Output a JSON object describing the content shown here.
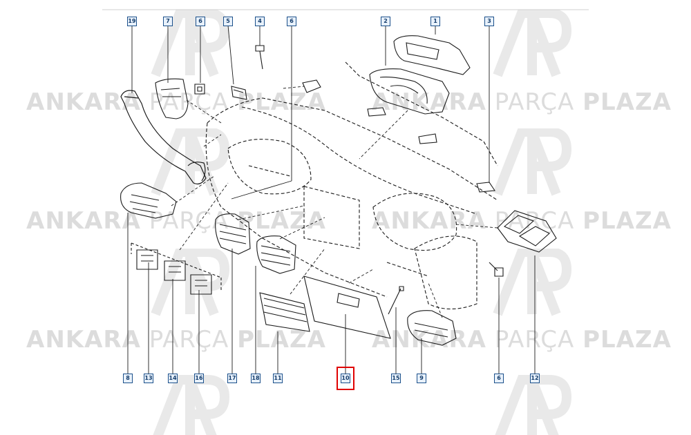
{
  "watermark": {
    "part1": "ANKARA",
    "part2": "PARÇA",
    "part3": "PLAZA",
    "logo": "ap-logo-icon"
  },
  "callouts": {
    "top": [
      "19",
      "7",
      "6",
      "5",
      "4",
      "6",
      "2",
      "1",
      "3"
    ],
    "bottom": [
      "8",
      "13",
      "14",
      "16",
      "17",
      "18",
      "11",
      "10",
      "15",
      "9",
      "6",
      "12"
    ]
  },
  "highlight": {
    "label": "10",
    "color": "#e00000"
  },
  "colors": {
    "line": "#1a1a1a",
    "callout_border": "#1a4f8a",
    "watermark": "#dcdcdc"
  }
}
